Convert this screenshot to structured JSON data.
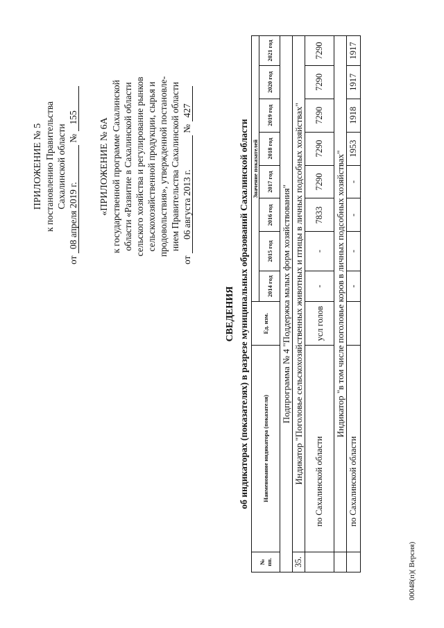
{
  "footer_code": "00048(п)( Версия)",
  "appendix5": {
    "title": "ПРИЛОЖЕНИЕ № 5",
    "line1": "к постановлению Правительства",
    "line2": "Сахалинской области",
    "from": "от",
    "date": "08 апреля 2019 г.",
    "num_label": "№",
    "num": "155"
  },
  "appendix6a": {
    "title": "«ПРИЛОЖЕНИЕ № 6А",
    "line1": "к государственной программе Сахалинской",
    "line2": "области «Развитие в Сахалинской области",
    "line3": "сельского хозяйства и регулирование рынков",
    "line4": "сельскохозяйственной продукции, сырья и",
    "line5": "продовольствия», утвержденной постановле-",
    "line6": "нием Правительства Сахалинской области",
    "from": "от",
    "date": "06 августа 2013 г.",
    "num_label": "№",
    "num": "427"
  },
  "title": "СВЕДЕНИЯ",
  "subtitle": "об индикаторах (показателях) в разрезе муниципальных образований Сахалинской области",
  "table": {
    "headers": {
      "num": "№ пп.",
      "name": "Наименование индикатора (показателя)",
      "unit": "Ед. изм.",
      "values_group": "Значение показателей",
      "years": [
        "2014 год",
        "2015 год",
        "2016 год",
        "2017 год",
        "2018 год",
        "2019 год",
        "2020 год",
        "2021 год"
      ]
    },
    "subprogram": "Подпрограмма № 4 \"Поддержка малых форм хозяйствования\"",
    "row35_num": "35.",
    "indicator1": "Индикатор \"Поголовье сельскохозяйственных животных и птицы в личных подсобных хозяйствах\"",
    "row1": {
      "name": "по Сахалинской области",
      "unit": "усл голов",
      "values": [
        "-",
        "-",
        "7833",
        "7290",
        "7290",
        "7290",
        "7290",
        "7290"
      ]
    },
    "indicator2": "Индикатор \"в том числе поголовье коров в личных подсобных хозяйствах\"",
    "row2": {
      "name": "по Сахалинской области",
      "unit": "",
      "values": [
        "-",
        "-",
        "-",
        "-",
        "1953",
        "1918",
        "1917",
        "1917"
      ]
    }
  }
}
